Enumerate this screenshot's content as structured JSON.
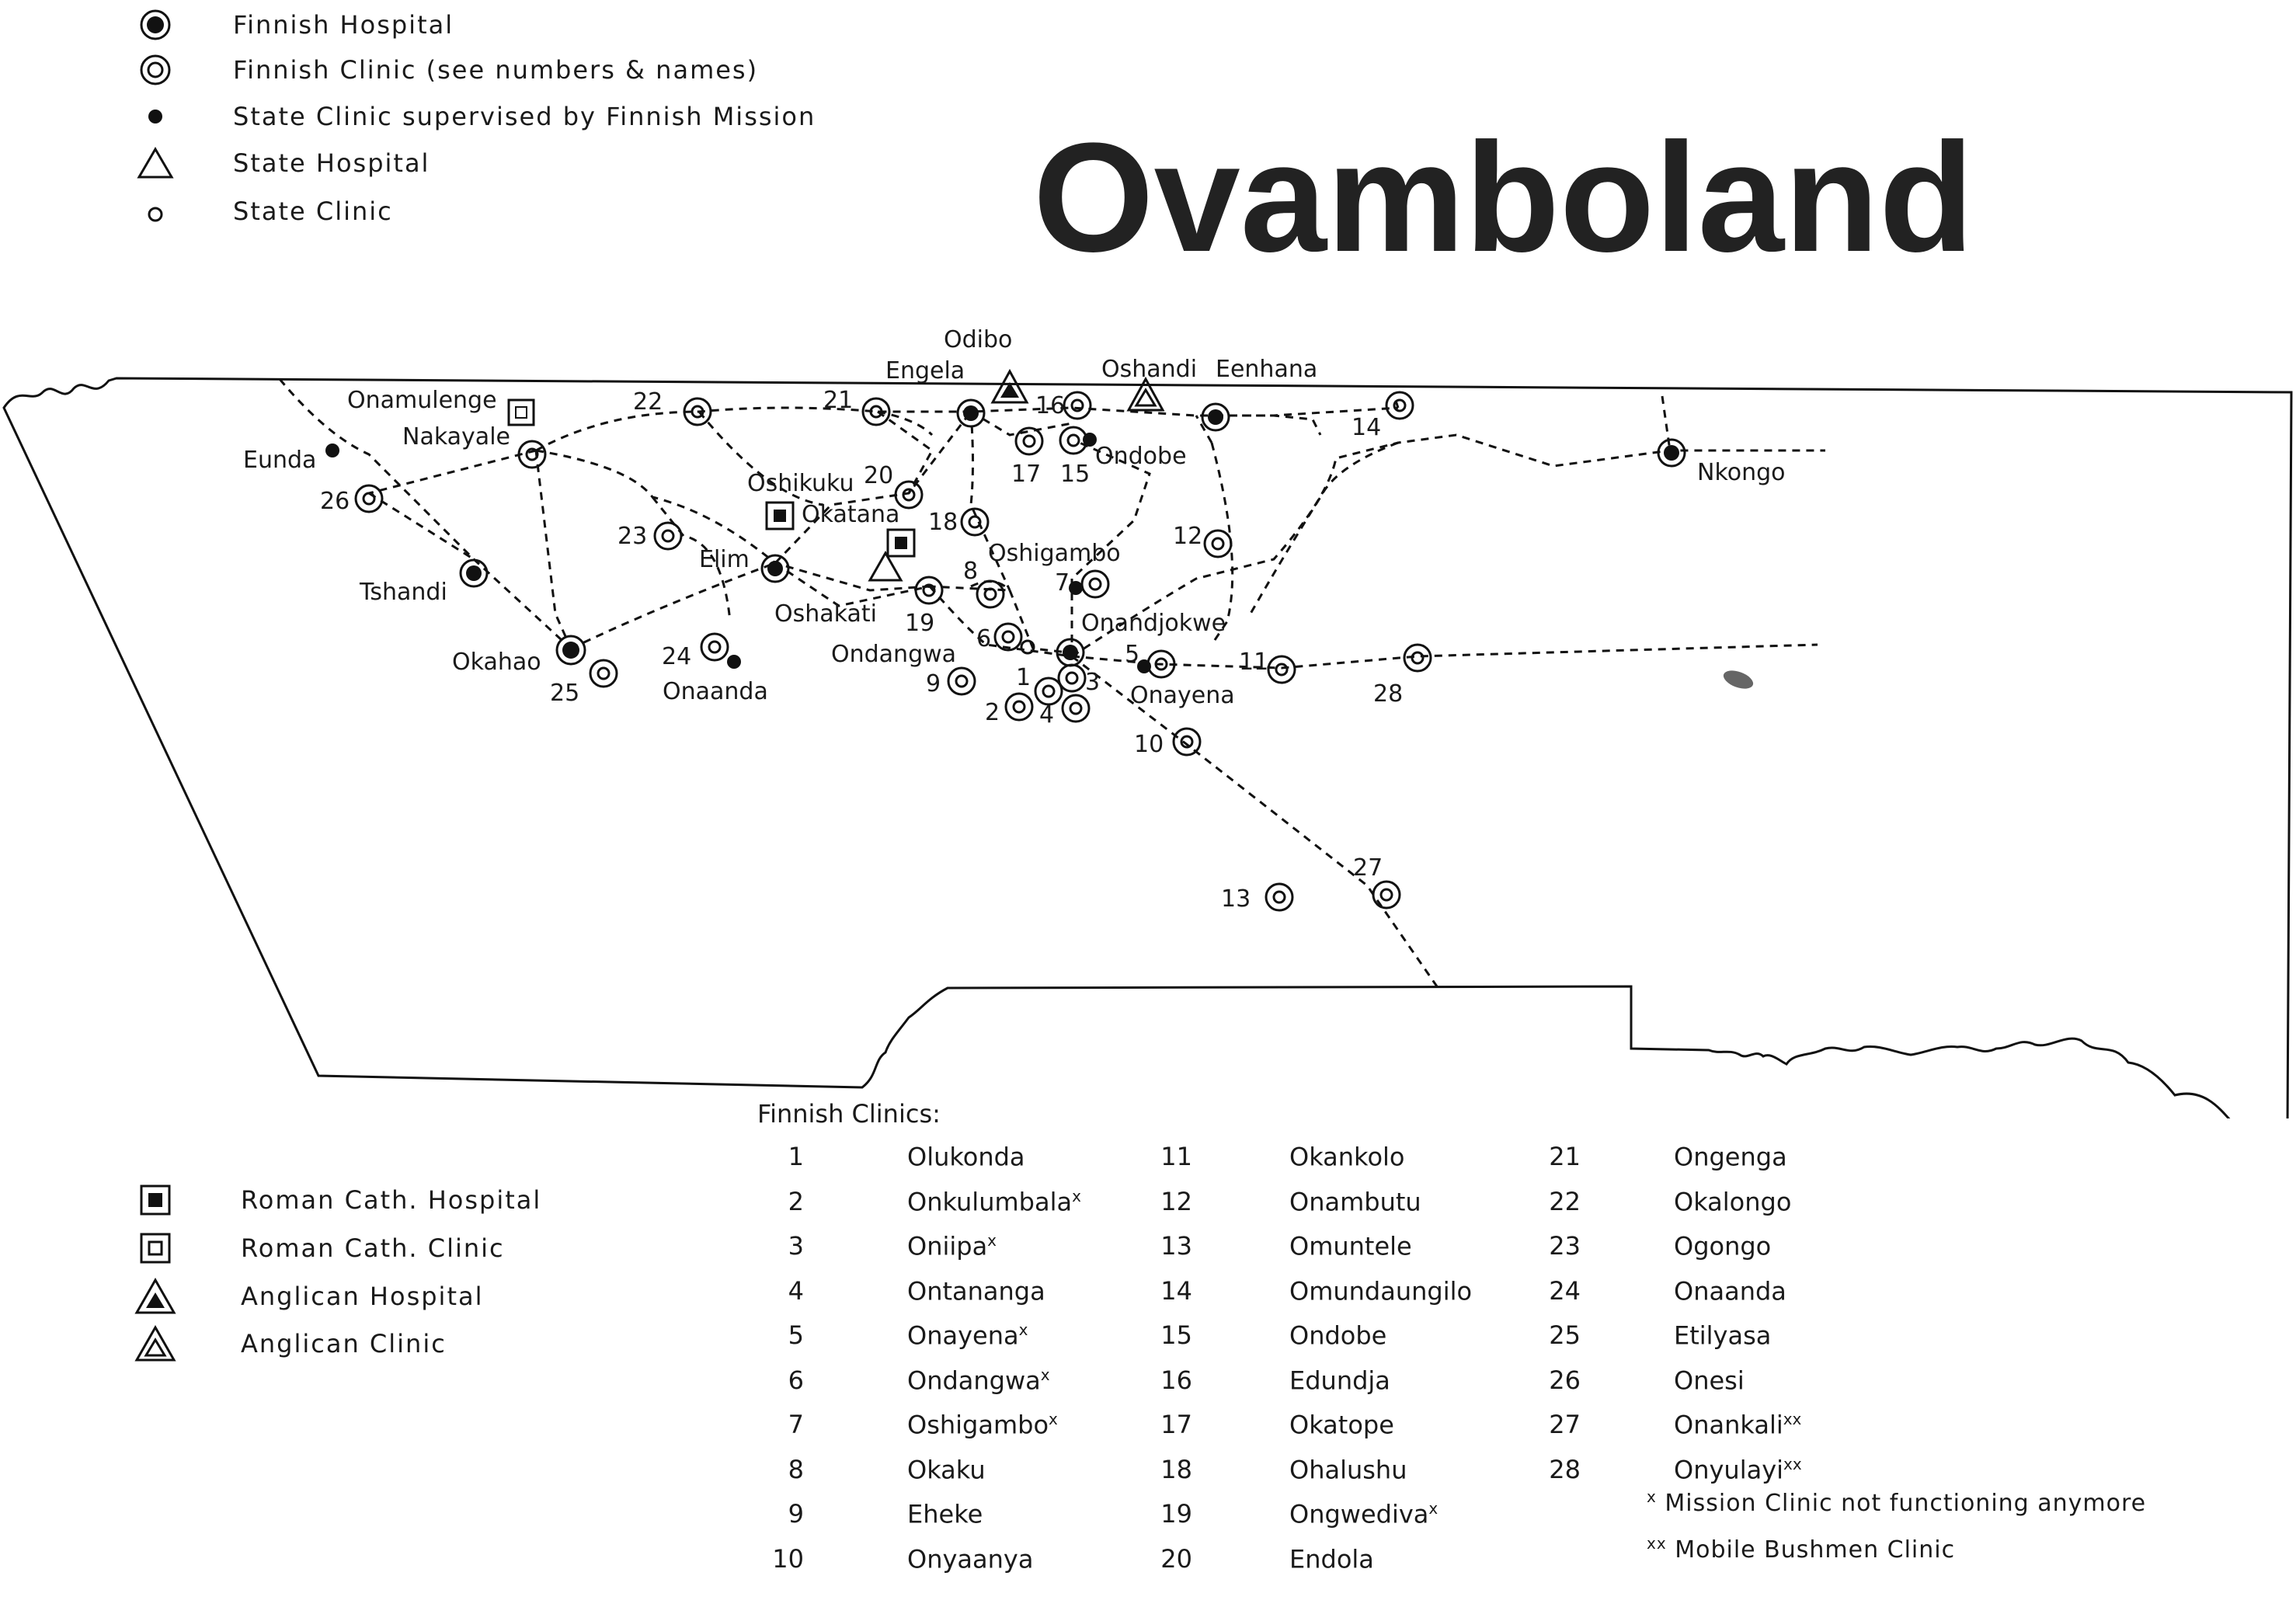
{
  "title": "Ovamboland",
  "legend_top": [
    {
      "icon": "finnish-hospital-icon",
      "label": "Finnish Hospital"
    },
    {
      "icon": "finnish-clinic-icon",
      "label": "Finnish Clinic (see numbers & names)"
    },
    {
      "icon": "state-clinic-supervised-icon",
      "label": "State Clinic supervised by Finnish Mission"
    },
    {
      "icon": "state-hospital-icon",
      "label": "State Hospital"
    },
    {
      "icon": "state-clinic-icon",
      "label": "State Clinic"
    }
  ],
  "legend_bottom": [
    {
      "icon": "roman-cath-hospital-icon",
      "label": "Roman Cath. Hospital"
    },
    {
      "icon": "roman-cath-clinic-icon",
      "label": "Roman Cath. Clinic"
    },
    {
      "icon": "anglican-hospital-icon",
      "label": "Anglican Hospital"
    },
    {
      "icon": "anglican-clinic-icon",
      "label": "Anglican Clinic"
    }
  ],
  "places": {
    "odibo": "Odibo",
    "engela": "Engela",
    "oshandi": "Oshandi",
    "eenhana": "Eenhana",
    "onamulenge": "Onamulenge",
    "nakayale": "Nakayale",
    "eunda": "Eunda",
    "oshikuku": "Oshikuku",
    "okatana": "Okatana",
    "elim": "Elim",
    "tshandi": "Tshandi",
    "okahao": "Okahao",
    "oshakati": "Oshakati",
    "onaanda": "Onaanda",
    "ondangwa": "Ondangwa",
    "oshigambo": "Oshigambo",
    "onandjokwe": "Onandjokwe",
    "onayena": "Onayena",
    "ondobe": "Ondobe",
    "nkongo": "Nkongo"
  },
  "map_numbers": {
    "n1": "1",
    "n2": "2",
    "n3": "3",
    "n4": "4",
    "n5": "5",
    "n6": "6",
    "n7": "7",
    "n8": "8",
    "n9": "9",
    "n10": "10",
    "n11": "11",
    "n12": "12",
    "n13": "13",
    "n14": "14",
    "n15": "15",
    "n16": "16",
    "n17": "17",
    "n18": "18",
    "n19": "19",
    "n20": "20",
    "n21": "21",
    "n22": "22",
    "n23": "23",
    "n24": "24",
    "n25": "25",
    "n26": "26",
    "n27": "27",
    "n28": "28"
  },
  "clinics_title": "Finnish Clinics:",
  "clinics": [
    {
      "num": "1",
      "name": "Olukonda",
      "mark": ""
    },
    {
      "num": "2",
      "name": "Onkulumbala",
      "mark": "x"
    },
    {
      "num": "3",
      "name": "Oniipa",
      "mark": "x"
    },
    {
      "num": "4",
      "name": "Ontananga",
      "mark": ""
    },
    {
      "num": "5",
      "name": "Onayena",
      "mark": "x"
    },
    {
      "num": "6",
      "name": "Ondangwa",
      "mark": "x"
    },
    {
      "num": "7",
      "name": "Oshigambo",
      "mark": "x"
    },
    {
      "num": "8",
      "name": "Okaku",
      "mark": ""
    },
    {
      "num": "9",
      "name": "Eheke",
      "mark": ""
    },
    {
      "num": "10",
      "name": "Onyaanya",
      "mark": ""
    },
    {
      "num": "11",
      "name": "Okankolo",
      "mark": ""
    },
    {
      "num": "12",
      "name": "Onambutu",
      "mark": ""
    },
    {
      "num": "13",
      "name": "Omuntele",
      "mark": ""
    },
    {
      "num": "14",
      "name": "Omundaungilo",
      "mark": ""
    },
    {
      "num": "15",
      "name": "Ondobe",
      "mark": ""
    },
    {
      "num": "16",
      "name": "Edundja",
      "mark": ""
    },
    {
      "num": "17",
      "name": "Okatope",
      "mark": ""
    },
    {
      "num": "18",
      "name": "Ohalushu",
      "mark": ""
    },
    {
      "num": "19",
      "name": "Ongwediva",
      "mark": "x"
    },
    {
      "num": "20",
      "name": "Endola",
      "mark": ""
    },
    {
      "num": "21",
      "name": "Ongenga",
      "mark": ""
    },
    {
      "num": "22",
      "name": "Okalongo",
      "mark": ""
    },
    {
      "num": "23",
      "name": "Ogongo",
      "mark": ""
    },
    {
      "num": "24",
      "name": "Onaanda",
      "mark": ""
    },
    {
      "num": "25",
      "name": "Etilyasa",
      "mark": ""
    },
    {
      "num": "26",
      "name": "Onesi",
      "mark": ""
    },
    {
      "num": "27",
      "name": "Onankali",
      "mark": "xx"
    },
    {
      "num": "28",
      "name": "Onyulayi",
      "mark": "xx"
    }
  ],
  "notes": [
    {
      "mark": "x",
      "text": "Mission Clinic not functioning anymore"
    },
    {
      "mark": "xx",
      "text": "Mobile Bushmen Clinic"
    }
  ]
}
